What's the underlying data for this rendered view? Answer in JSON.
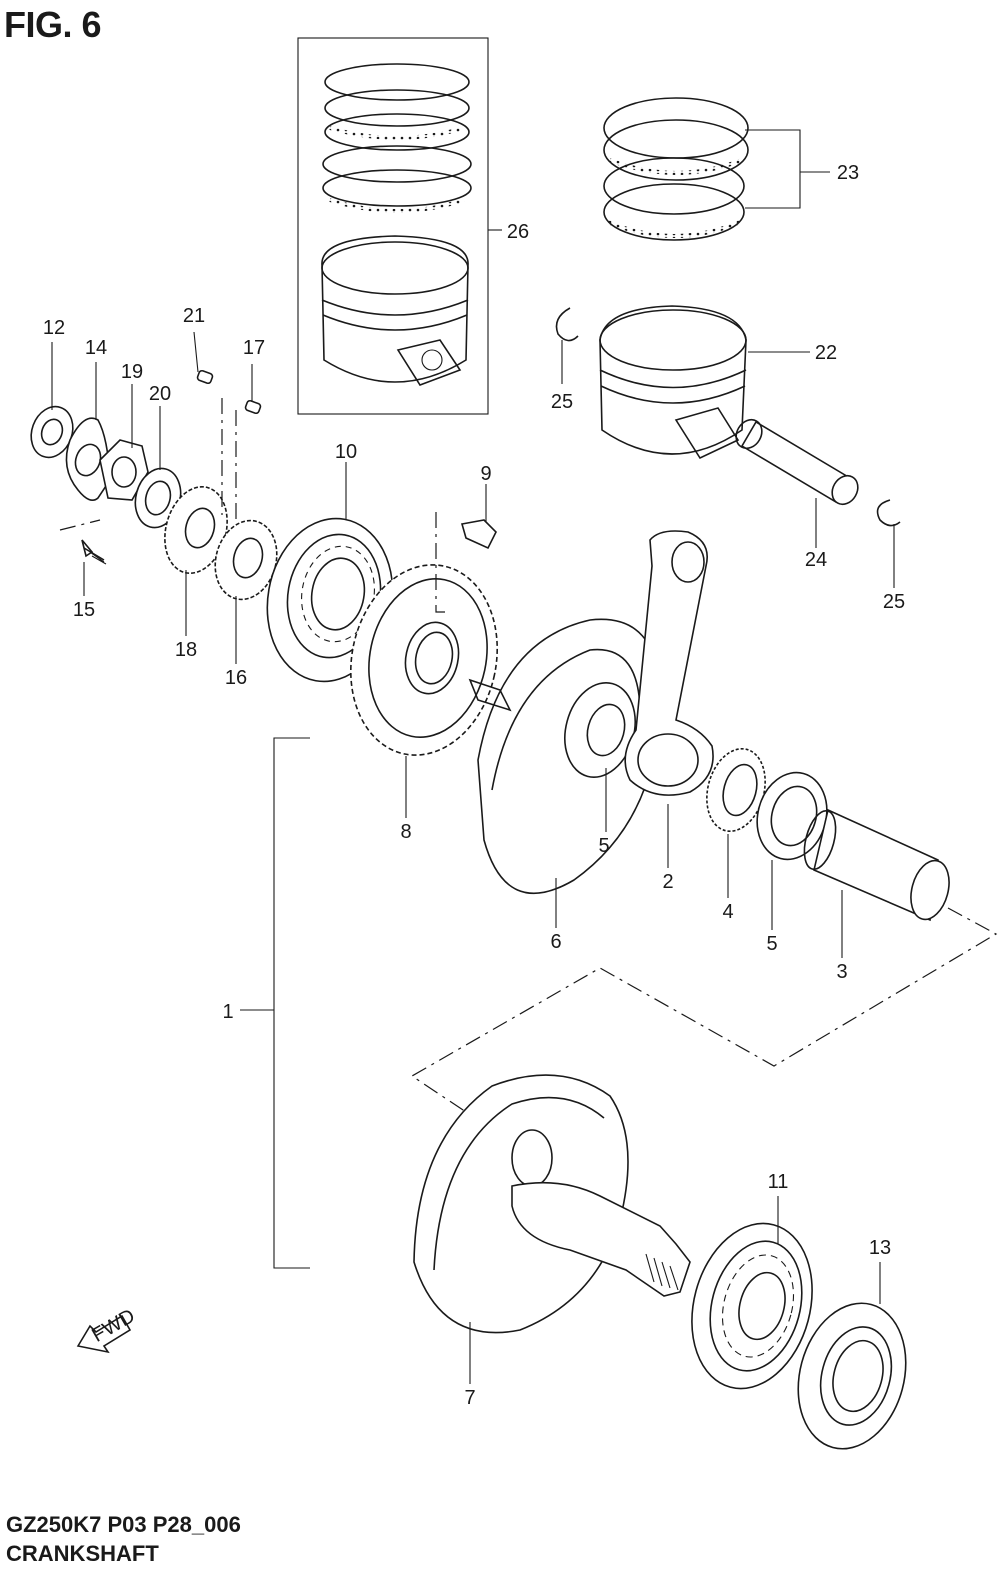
{
  "figure": {
    "title": "FIG. 6",
    "model_code": "GZ250K7 P03 P28_006",
    "assembly_name": "CRANKSHAFT",
    "fwd_label": "FWD"
  },
  "callouts": [
    {
      "id": "c1",
      "number": "1"
    },
    {
      "id": "c2",
      "number": "2"
    },
    {
      "id": "c3",
      "number": "3"
    },
    {
      "id": "c4",
      "number": "4"
    },
    {
      "id": "c5a",
      "number": "5"
    },
    {
      "id": "c5b",
      "number": "5"
    },
    {
      "id": "c6",
      "number": "6"
    },
    {
      "id": "c7",
      "number": "7"
    },
    {
      "id": "c8",
      "number": "8"
    },
    {
      "id": "c9",
      "number": "9"
    },
    {
      "id": "c10",
      "number": "10"
    },
    {
      "id": "c11",
      "number": "11"
    },
    {
      "id": "c12",
      "number": "12"
    },
    {
      "id": "c13",
      "number": "13"
    },
    {
      "id": "c14",
      "number": "14"
    },
    {
      "id": "c15",
      "number": "15"
    },
    {
      "id": "c16",
      "number": "16"
    },
    {
      "id": "c17",
      "number": "17"
    },
    {
      "id": "c18",
      "number": "18"
    },
    {
      "id": "c19",
      "number": "19"
    },
    {
      "id": "c20",
      "number": "20"
    },
    {
      "id": "c21",
      "number": "21"
    },
    {
      "id": "c22",
      "number": "22"
    },
    {
      "id": "c23",
      "number": "23"
    },
    {
      "id": "c24",
      "number": "24"
    },
    {
      "id": "c25a",
      "number": "25"
    },
    {
      "id": "c25b",
      "number": "25"
    },
    {
      "id": "c26",
      "number": "26"
    }
  ]
}
